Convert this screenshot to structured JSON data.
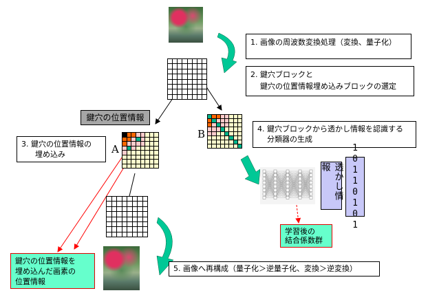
{
  "steps": {
    "step1": "1. 画像の周波数変換処理（変換、量子化）",
    "step2_line1": "2. 鍵穴ブロックと",
    "step2_line2": "鍵穴の位置情報埋め込みブロックの選定",
    "step3_line1": "3. 鍵穴の位置情報の",
    "step3_line2": "埋め込み",
    "step4_line1": "4. 鍵穴ブロックから透かし情報を認識する",
    "step4_line2": "分類器の生成",
    "step5": "5. 画像へ再構成（量子化＞逆量子化、変換＞逆変換）"
  },
  "labels": {
    "keyhole_position": "鍵穴の位置情報",
    "block_a": "A",
    "block_b": "B",
    "watermark_info": "透かし情報",
    "watermark_bits": "10110101",
    "learned_weights_line1": "学習後の",
    "learned_weights_line2": "結合係数群",
    "embedded_pixels_line1": "鍵穴の位置情報を",
    "embedded_pixels_line2": "埋め込んだ画素の",
    "embedded_pixels_line3": "位置情報"
  },
  "colors": {
    "k": "#000000",
    "o": "#ff6600",
    "p": "#ffcccc",
    "g": "#00b38a",
    "y": "#ffffcc",
    "w": "#ffffff",
    "arrow_green": "#00c896",
    "red": "#ff0000",
    "label_gray": "#a6a6a6",
    "bits_bg": "#ccccff",
    "note_bg": "#66ffcc"
  },
  "grid_patterns": {
    "block_a": [
      "kooppyyy",
      "oopgpyyy",
      "oppppyyy",
      "pgpyyyyy",
      "pyyyyyyy",
      "yyyyyyyy",
      "yyyyyyyy",
      "yyyyyyyy"
    ],
    "block_b": [
      "gooppyyy",
      "ogpppyyy",
      "opgppyyy",
      "pppgyyyy",
      "ppyygyyy",
      "yyyyygyy",
      "yyyyyygy",
      "yyyyyyyg"
    ]
  }
}
